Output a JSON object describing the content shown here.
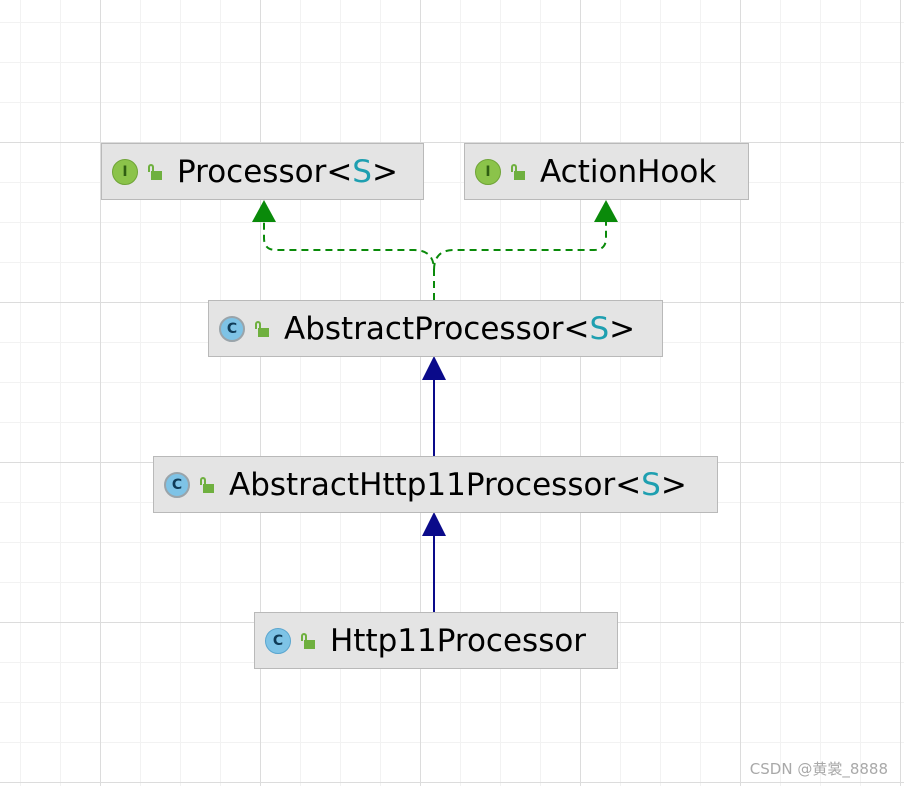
{
  "diagram": {
    "nodes": [
      {
        "id": "processor",
        "kind": "interface",
        "kind_letter": "I",
        "name": "Processor",
        "lt": "<",
        "param": "S",
        "gt": ">"
      },
      {
        "id": "actionhook",
        "kind": "interface",
        "kind_letter": "I",
        "name": "ActionHook"
      },
      {
        "id": "abstractprocessor",
        "kind": "abstract",
        "kind_letter": "C",
        "name": "AbstractProcessor",
        "lt": "<",
        "param": "S",
        "gt": ">"
      },
      {
        "id": "abstracthttp11processor",
        "kind": "abstract",
        "kind_letter": "C",
        "name": "AbstractHttp11Processor",
        "lt": "<",
        "param": "S",
        "gt": ">"
      },
      {
        "id": "http11processor",
        "kind": "class",
        "kind_letter": "C",
        "name": "Http11Processor"
      }
    ],
    "edges": [
      {
        "from": "abstractprocessor",
        "to": "processor",
        "type": "implements"
      },
      {
        "from": "abstractprocessor",
        "to": "actionhook",
        "type": "implements"
      },
      {
        "from": "abstracthttp11processor",
        "to": "abstractprocessor",
        "type": "extends"
      },
      {
        "from": "http11processor",
        "to": "abstracthttp11processor",
        "type": "extends"
      }
    ],
    "colors": {
      "implements": "#0a8a0a",
      "extends": "#0a0a8a",
      "type_param": "#1e9fb0"
    }
  },
  "watermark": "CSDN @黄裳_8888"
}
